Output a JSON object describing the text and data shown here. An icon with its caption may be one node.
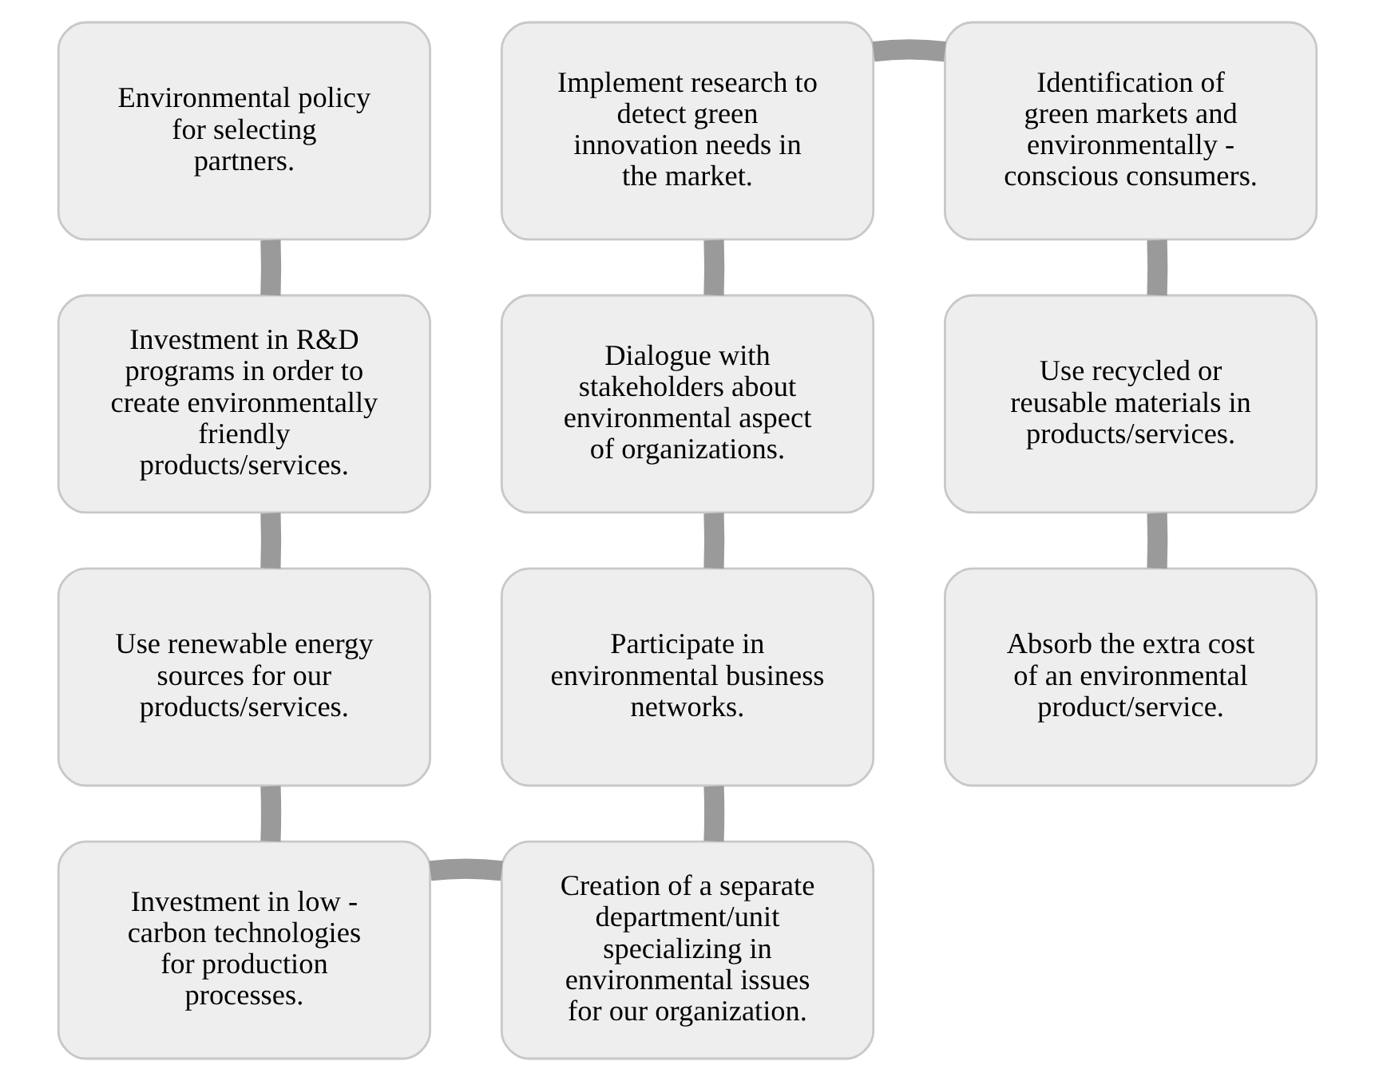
{
  "diagram": {
    "nodes": [
      {
        "text": [
          "Environmental policy for selecting partners."
        ]
      },
      {
        "text": [
          "Investment in R&D programs in order to create environmentally friendly products/services."
        ]
      },
      {
        "text": [
          "Use renewable energy sources for our products/services."
        ]
      },
      {
        "text": [
          "Investment in low - carbon technologies for production processes."
        ]
      },
      {
        "text": [
          "Creation of a separate department/unit specializing in environmental issues for our organization."
        ]
      },
      {
        "text": [
          "Participate in environmental business networks."
        ]
      },
      {
        "text": [
          "Dialogue with stakeholders about environmental aspect of organizations."
        ]
      },
      {
        "text": [
          "Implement research to detect green innovation needs in the market."
        ]
      },
      {
        "text": [
          "Identification of green markets and environmentally - conscious consumers."
        ]
      },
      {
        "text": [
          "Use recycled or reusable materials in products/services."
        ]
      },
      {
        "text": [
          "Absorb the extra cost of an environmental product/service."
        ]
      }
    ],
    "edges": [
      {
        "from": 0,
        "to": 1,
        "arrow": "none"
      },
      {
        "from": 1,
        "to": 2,
        "arrow": "none"
      },
      {
        "from": 2,
        "to": 3,
        "arrow": "none"
      },
      {
        "from": 3,
        "to": 4,
        "arrow": "none"
      },
      {
        "from": 4,
        "to": 5,
        "arrow": "none"
      },
      {
        "from": 5,
        "to": 6,
        "arrow": "none"
      },
      {
        "from": 6,
        "to": 7,
        "arrow": "none"
      },
      {
        "from": 7,
        "to": 8,
        "arrow": "none"
      },
      {
        "from": 8,
        "to": 9,
        "arrow": "none"
      },
      {
        "from": 9,
        "to": 10,
        "arrow": "none"
      }
    ]
  }
}
